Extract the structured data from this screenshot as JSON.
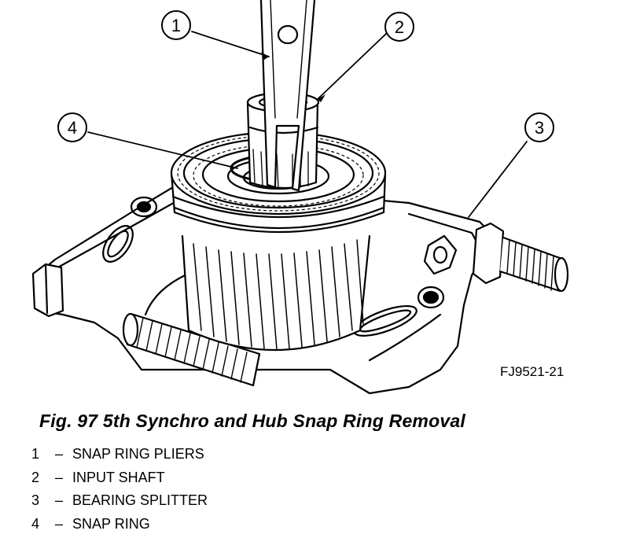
{
  "figure_code": "FJ9521-21",
  "caption": "Fig. 97 5th Synchro and Hub Snap Ring Removal",
  "callouts": [
    {
      "number": "1",
      "label": "SNAP RING PLIERS"
    },
    {
      "number": "2",
      "label": "INPUT SHAFT"
    },
    {
      "number": "3",
      "label": "BEARING SPLITTER"
    },
    {
      "number": "4",
      "label": "SNAP RING"
    }
  ],
  "legend_separator": "–"
}
